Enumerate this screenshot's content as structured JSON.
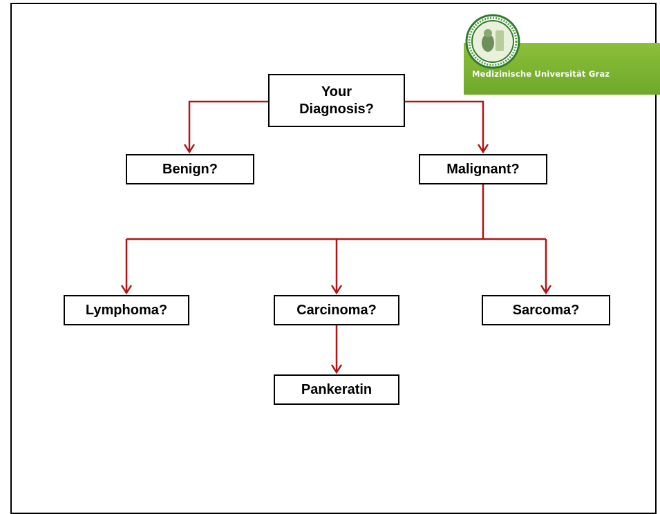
{
  "logo": {
    "institution": "Medizinische Universität Graz",
    "icon": "university-seal-icon",
    "bar_color": "#7ab32e"
  },
  "diagram": {
    "connector_color": "#b01414",
    "nodes": {
      "root": "Your Diagnosis?",
      "benign": "Benign?",
      "malignant": "Malignant?",
      "lymphoma": "Lymphoma?",
      "carcinoma": "Carcinoma?",
      "sarcoma": "Sarcoma?",
      "pankeratin": "Pankeratin"
    },
    "edges": [
      [
        "root",
        "benign"
      ],
      [
        "root",
        "malignant"
      ],
      [
        "malignant",
        "lymphoma"
      ],
      [
        "malignant",
        "carcinoma"
      ],
      [
        "malignant",
        "sarcoma"
      ],
      [
        "carcinoma",
        "pankeratin"
      ]
    ]
  }
}
